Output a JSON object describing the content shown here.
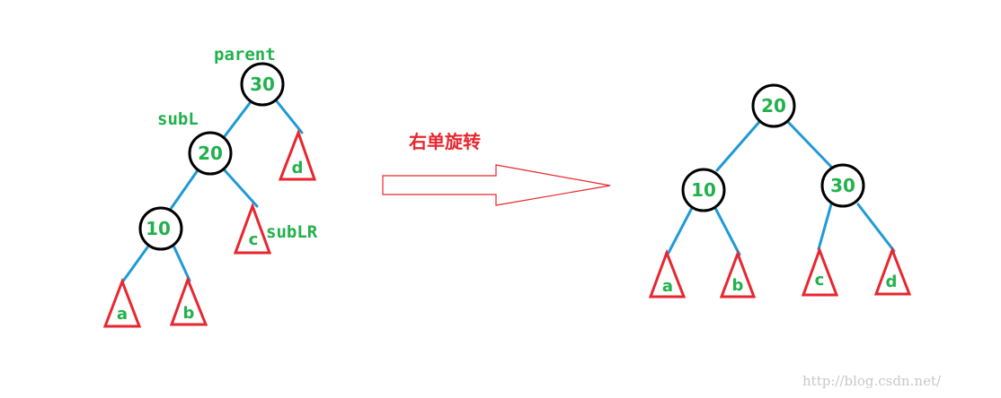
{
  "left_tree": {
    "labels": {
      "parent": "parent",
      "subL": "subL",
      "subLR": "subLR"
    },
    "nodes": {
      "n30": "30",
      "n20": "20",
      "n10": "10"
    },
    "leaves": {
      "a": "a",
      "b": "b",
      "c": "c",
      "d": "d"
    }
  },
  "rotation_label": "右单旋转",
  "right_tree": {
    "nodes": {
      "n20": "20",
      "n10": "10",
      "n30": "30"
    },
    "leaves": {
      "a": "a",
      "b": "b",
      "c": "c",
      "d": "d"
    }
  },
  "watermark": "http://blog.csdn.net/",
  "colors": {
    "edge": "#1e9ad6",
    "node_border": "#000000",
    "text": "#22b14c",
    "triangle": "#e8262f"
  }
}
